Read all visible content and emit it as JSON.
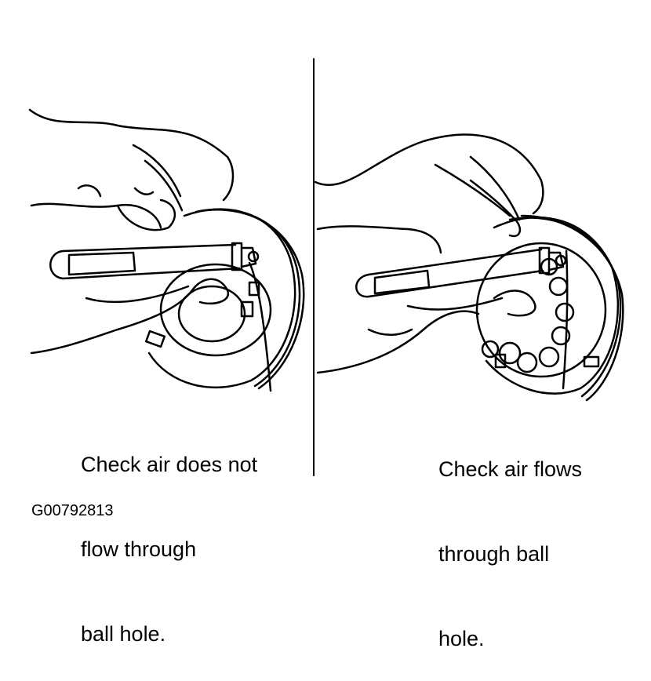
{
  "panels": [
    {
      "caption_lines": [
        "Check air does not",
        "flow through",
        "ball hole."
      ]
    },
    {
      "caption_lines": [
        "Check air flows",
        "through ball",
        "hole."
      ]
    }
  ],
  "figure_id": "G00792813",
  "colors": {
    "ink": "#000000",
    "paper": "#ffffff"
  },
  "icons": [
    "hand-illustration",
    "air-nozzle-illustration",
    "clutch-piston-illustration"
  ]
}
